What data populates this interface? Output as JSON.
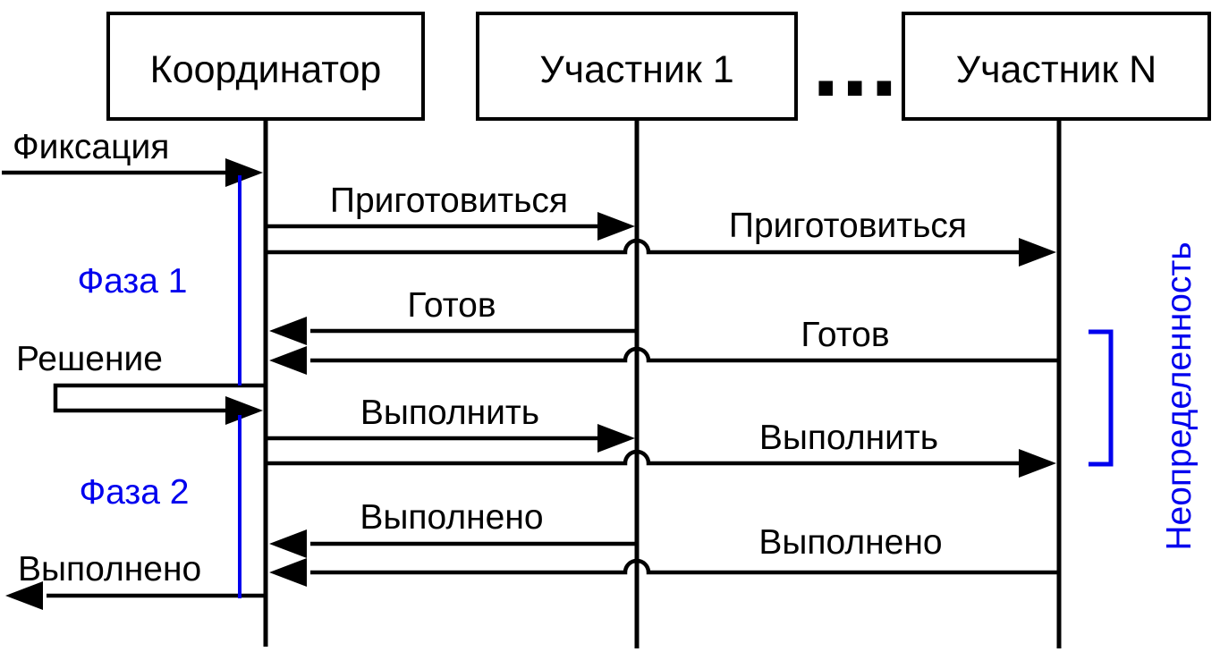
{
  "colors": {
    "blue": "#0000ee",
    "black": "#000000",
    "background": "#ffffff"
  },
  "actors": [
    {
      "label": "Координатор"
    },
    {
      "label": "Участник 1"
    },
    {
      "label": "Участник N"
    }
  ],
  "ellipsis": "...",
  "messages": {
    "commit_in": "Фиксация",
    "prepare_to_p1": "Приготовиться",
    "prepare_to_pn": "Приготовиться",
    "ready_from_p1": "Готов",
    "ready_from_pn": "Готов",
    "decision_self": "Решение",
    "execute_to_p1": "Выполнить",
    "execute_to_pn": "Выполнить",
    "done_from_p1": "Выполнено",
    "done_from_pn": "Выполнено",
    "done_out": "Выполнено"
  },
  "phases": {
    "phase_1": "Фаза 1",
    "phase_2": "Фаза 2"
  },
  "annotations": {
    "uncertainty": "Неопределенность"
  }
}
